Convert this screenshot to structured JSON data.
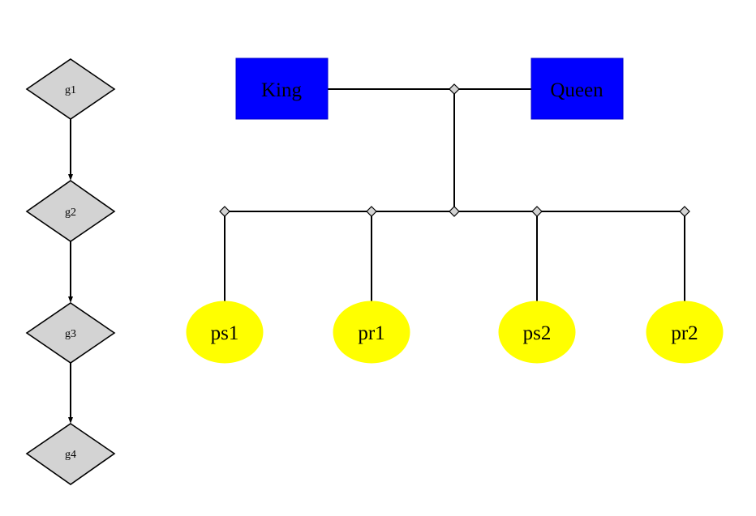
{
  "generations": [
    "g1",
    "g2",
    "g3",
    "g4"
  ],
  "parents": [
    "King",
    "Queen"
  ],
  "children": [
    "ps1",
    "pr1",
    "ps2",
    "pr2"
  ],
  "colors": {
    "generation_fill": "#d3d3d3",
    "parent_fill": "#0000ff",
    "child_fill": "#ffff00",
    "background": "#ffffff",
    "edge": "#000000"
  }
}
